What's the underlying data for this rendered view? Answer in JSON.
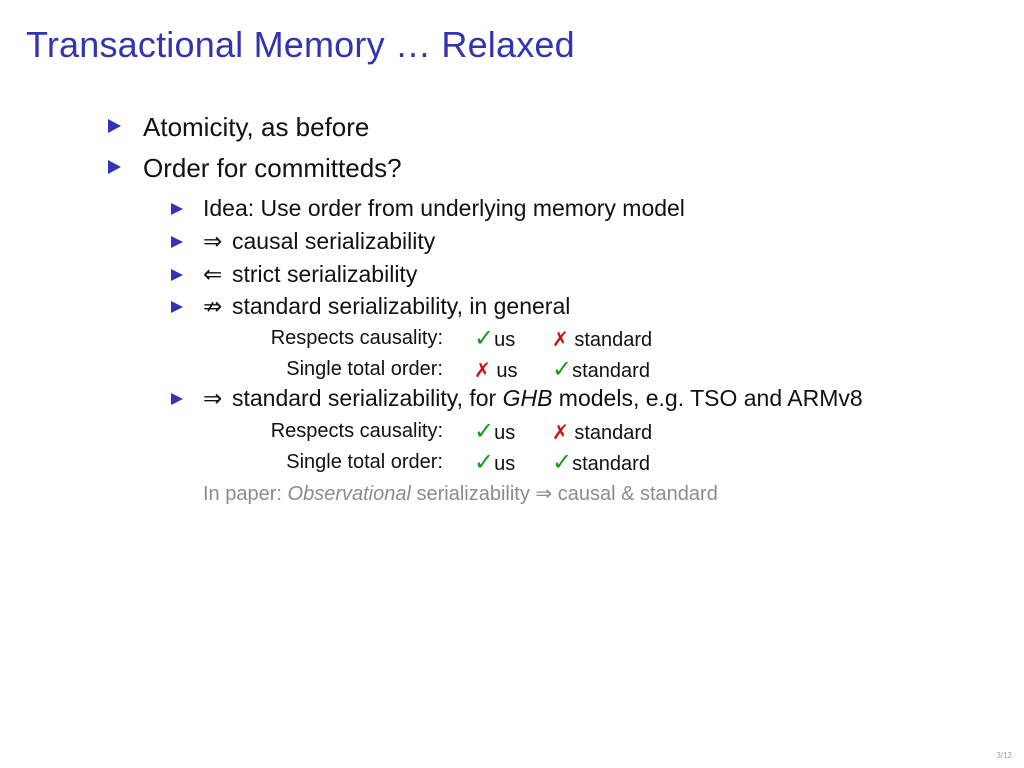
{
  "title": "Transactional Memory … Relaxed",
  "bullets": [
    {
      "text": "Atomicity, as before"
    },
    {
      "text": "Order for committeds?"
    }
  ],
  "sub_bullets": [
    {
      "symbol": "",
      "text": "Idea: Use order from underlying memory model"
    },
    {
      "symbol": "⇒",
      "text": "causal serializability"
    },
    {
      "symbol": "⇐",
      "text": "strict serializability"
    },
    {
      "symbol": "⇏",
      "text": "standard serializability, in general"
    },
    {
      "symbol": "⇒",
      "text": "standard serializability, for ",
      "italic": "GHB",
      "text_after": " models, e.g. TSO and ARMv8"
    }
  ],
  "tables": [
    {
      "rows": [
        {
          "label": "Respects causality:",
          "us_mark": "✓",
          "us_ok": true,
          "us": "us",
          "std_mark": "✗",
          "std_ok": false,
          "std": "standard"
        },
        {
          "label": "Single total order:",
          "us_mark": "✗",
          "us_ok": false,
          "us": "us",
          "std_mark": "✓",
          "std_ok": true,
          "std": "standard"
        }
      ]
    },
    {
      "rows": [
        {
          "label": "Respects causality:",
          "us_mark": "✓",
          "us_ok": true,
          "us": "us",
          "std_mark": "✗",
          "std_ok": false,
          "std": "standard"
        },
        {
          "label": "Single total order:",
          "us_mark": "✓",
          "us_ok": true,
          "us": "us",
          "std_mark": "✓",
          "std_ok": true,
          "std": "standard"
        }
      ]
    }
  ],
  "note": {
    "prefix": "In paper: ",
    "italic": "Observational",
    "suffix": " serializability ⇒ causal & standard"
  },
  "page_number": "3/12",
  "colors": {
    "title": "#3333b3",
    "bullet": "#3333b3",
    "check": "#1a9a1a",
    "cross": "#cc1111",
    "note": "#8c8c8c"
  }
}
